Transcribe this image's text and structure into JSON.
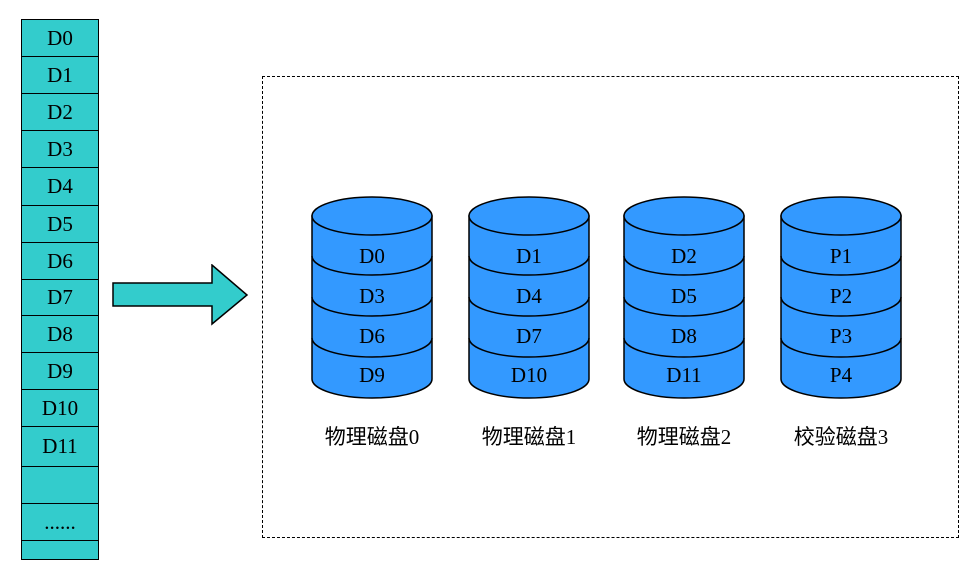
{
  "stripe": {
    "cells": [
      "D0",
      "D1",
      "D2",
      "D3",
      "D4",
      "D5",
      "D6",
      "D7",
      "D8",
      "D9",
      "D10",
      "D11",
      "",
      "......",
      ""
    ]
  },
  "disks": [
    {
      "label": "物理磁盘0",
      "blocks": [
        "D0",
        "D3",
        "D6",
        "D9"
      ]
    },
    {
      "label": "物理磁盘1",
      "blocks": [
        "D1",
        "D4",
        "D7",
        "D10"
      ]
    },
    {
      "label": "物理磁盘2",
      "blocks": [
        "D2",
        "D5",
        "D8",
        "D11"
      ]
    },
    {
      "label": "校验磁盘3",
      "blocks": [
        "P1",
        "P2",
        "P3",
        "P4"
      ]
    }
  ],
  "colors": {
    "stripe_fill": "#33cccc",
    "disk_fill": "#3399ff",
    "arrow_fill": "#33cccc"
  },
  "icons": {
    "arrow": "right-arrow-icon",
    "disk": "cylinder-disk-icon"
  }
}
